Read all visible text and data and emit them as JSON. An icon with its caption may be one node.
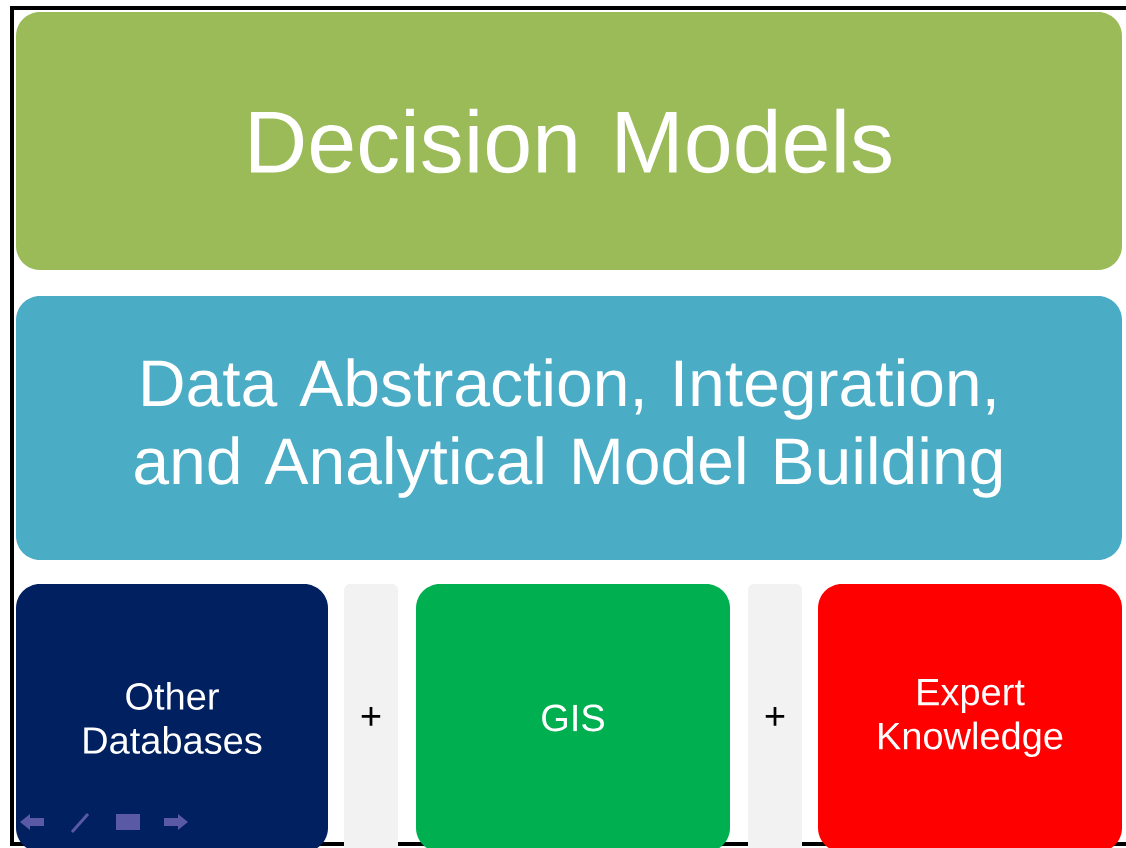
{
  "diagram": {
    "nodes": [
      {
        "text": [
          "Decision Models"
        ]
      },
      {
        "text": [
          "Data Abstraction, Integration, and Analytical Model Building"
        ]
      },
      {
        "text": [
          "Other Databases"
        ]
      },
      {
        "text": [
          "+"
        ]
      },
      {
        "text": [
          "GIS"
        ]
      },
      {
        "text": [
          "+"
        ]
      },
      {
        "text": [
          "Expert Knowledge"
        ]
      }
    ]
  }
}
